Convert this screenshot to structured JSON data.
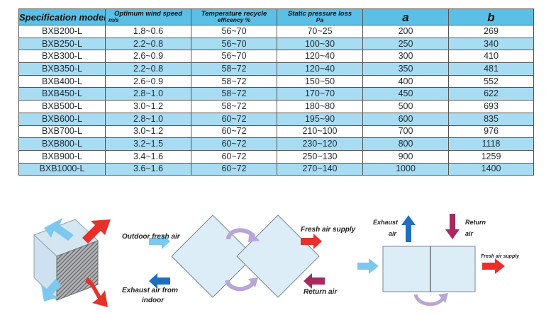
{
  "table": {
    "headers": {
      "model": "Specification model",
      "wind": "Optimum wind speed",
      "wind_unit": "m/s",
      "temp": "Temperature recycle",
      "temp_sub": "efficency %",
      "pressure": "Static pressure loss",
      "pressure_unit": "Pa",
      "a": "a",
      "b": "b"
    },
    "rows": [
      {
        "model": "BXB200-L",
        "wind": "1.8~0.6",
        "temp": "56~70",
        "pressure": "70~25",
        "a": "200",
        "b": "269"
      },
      {
        "model": "BXB250-L",
        "wind": "2.2~0.8",
        "temp": "56~70",
        "pressure": "100~30",
        "a": "250",
        "b": "340"
      },
      {
        "model": "BXB300-L",
        "wind": "2.6~0.9",
        "temp": "56~70",
        "pressure": "120~40",
        "a": "300",
        "b": "410"
      },
      {
        "model": "BXB350-L",
        "wind": "2.2~0.8",
        "temp": "58~72",
        "pressure": "120~40",
        "a": "350",
        "b": "481"
      },
      {
        "model": "BXB400-L",
        "wind": "2.6~0.9",
        "temp": "58~72",
        "pressure": "150~50",
        "a": "400",
        "b": "552"
      },
      {
        "model": "BXB450-L",
        "wind": "2.8~1.0",
        "temp": "58~72",
        "pressure": "170~70",
        "a": "450",
        "b": "622"
      },
      {
        "model": "BXB500-L",
        "wind": "3.0~1.2",
        "temp": "58~72",
        "pressure": "180~80",
        "a": "500",
        "b": "693"
      },
      {
        "model": "BXB600-L",
        "wind": "2.8~1.0",
        "temp": "60~72",
        "pressure": "195~90",
        "a": "600",
        "b": "835"
      },
      {
        "model": "BXB700-L",
        "wind": "3.0~1.2",
        "temp": "60~72",
        "pressure": "210~100",
        "a": "700",
        "b": "976"
      },
      {
        "model": "BXB800-L",
        "wind": "3.2~1.5",
        "temp": "60~72",
        "pressure": "230~120",
        "a": "800",
        "b": "1118"
      },
      {
        "model": "BXB900-L",
        "wind": "3.4~1.6",
        "temp": "60~72",
        "pressure": "250~130",
        "a": "900",
        "b": "1259"
      },
      {
        "model": "BXB1000-L",
        "wind": "3.6~1.6",
        "temp": "60~72",
        "pressure": "270~140",
        "a": "1000",
        "b": "1400"
      }
    ]
  },
  "diagram": {
    "labels": {
      "outdoor_fresh_air": "Outdoor fresh air",
      "fresh_air_supply": "Fresh air supply",
      "exhaust_air_from": "Exhaust air from",
      "indoor": "indoor",
      "return_air": "Return air",
      "exhaust": "Exhaust",
      "air_exhaust": "air",
      "return": "Return",
      "air_return": "air",
      "fresh_air_supply_small": "Fresh air supply"
    },
    "colors": {
      "light_blue_arrow": "#7cc8ef",
      "dark_blue_arrow": "#1f6fc0",
      "red_arrow": "#e8302a",
      "purple_arrow": "#a8285f",
      "panel_fill": "#dcedf8",
      "swirl": "#b8a6d8",
      "cube_grey": "#8d8f92"
    },
    "icons": [
      "heat-exchanger-cube-icon",
      "airflow-arrow-icon",
      "swirl-arrow-icon"
    ]
  }
}
